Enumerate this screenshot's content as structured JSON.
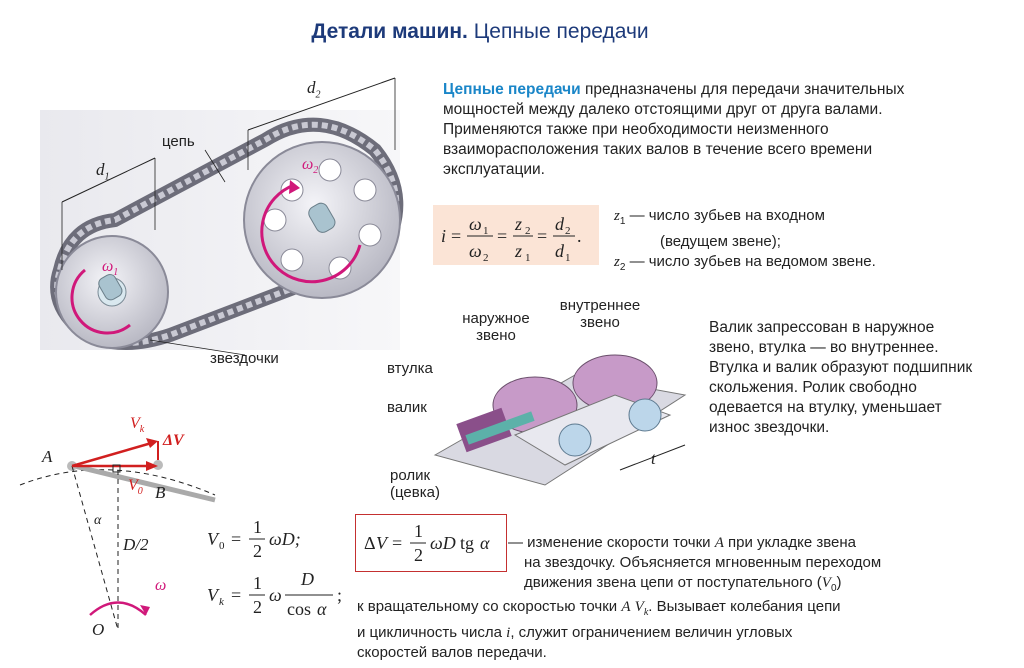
{
  "title": {
    "bold": "Детали машин.",
    "normal": "Цепные передачи"
  },
  "intro": {
    "highlight": "Цепные передачи",
    "text": " предназначены для передачи значительных мощностей между далеко отстоящими друг от друга валами. Применяются также при необходимости неизменного взаиморасположения таких валов в течение всего времени эксплуатации."
  },
  "ratio_legend": {
    "z1_text": " — число зубьев на входном",
    "z1_cont": "(ведущем звене);",
    "z2_text": " — число зубьев на ведомом звене."
  },
  "drive_labels": {
    "d1": "d",
    "d1_sub": "1",
    "d2": "d",
    "d2_sub": "2",
    "chain": "цепь",
    "sprockets": "звездочки",
    "omega1": "ω",
    "omega1_sub": "1",
    "omega2": "ω",
    "omega2_sub": "2"
  },
  "link_labels": {
    "outer": "наружное\nзвено",
    "inner": "внутреннее\nзвено",
    "bushing": "втулка",
    "pin": "валик",
    "roller": "ролик\n(цевка)",
    "pitch": "t"
  },
  "link_description": "Валик запрессован в наружное звено, втулка — во внутреннее. Втулка и валик образуют подшипник скольжения. Ролик свободно одевается на втулку, уменьшает износ звездочки.",
  "kinematics_labels": {
    "A": "A",
    "B": "B",
    "O": "O",
    "alpha": "α",
    "half_d": "D/2",
    "omega": "ω",
    "vk": "V",
    "vk_sub": "k",
    "v0": "V",
    "v0_sub": "0",
    "dv": "ΔV"
  },
  "velocity_formulas": {
    "v0_rhs_tail": "ωD;",
    "vk_rhs_num": "D",
    "vk_rhs_den": "cos α",
    "one": "1",
    "two": "2"
  },
  "bottom": {
    "line1": "— изменение скорости точки ",
    "line1_a": "A",
    "line1_tail": " при укладке звена",
    "line2": "на звездочку. Объясняется мгновенным переходом",
    "line3": "движения звена цепи от поступательного (",
    "line3_v": "V",
    "line3_sub": "0",
    "line3_tail": ")",
    "line4": "к вращательному со скоростью точки ",
    "line4_a": "A",
    "line4_v": "V",
    "line4_sub": "k",
    "line4_tail": ". Вызывает колебания цепи",
    "line5": "и цикличность числа ",
    "line5_i": "i",
    "line5_tail": ", служит ограничением величин  угловых",
    "line6": "скоростей валов передачи."
  },
  "colors": {
    "title": "#1d3a7a",
    "highlight": "#1a86c8",
    "vector_red": "#d11f1f",
    "omega_magenta": "#d0187a",
    "formula_bg": "#fbe4d6",
    "link_purple": "#b78ab8",
    "box_border": "#c43030"
  }
}
